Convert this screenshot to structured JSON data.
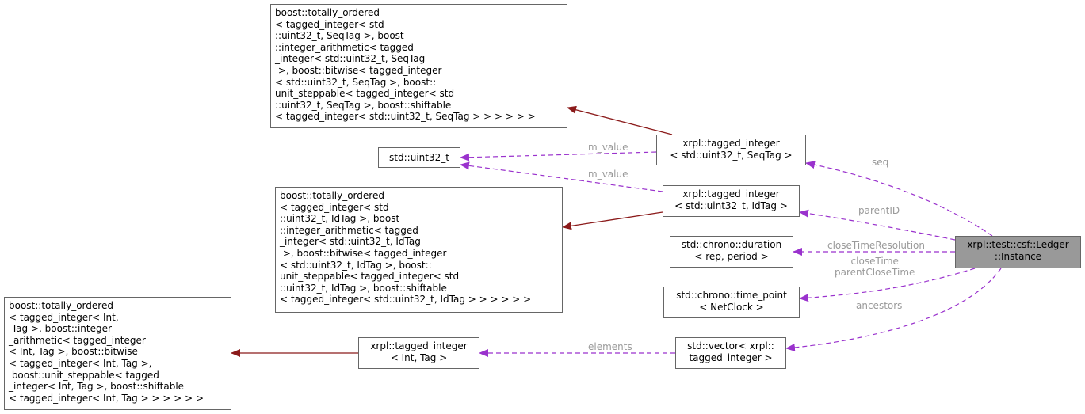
{
  "nodes": {
    "base_seq": "boost::totally_ordered\n< tagged_integer< std\n::uint32_t, SeqTag >, boost\n::integer_arithmetic< tagged\n_integer< std::uint32_t, SeqTag\n >, boost::bitwise< tagged_integer\n< std::uint32_t, SeqTag >, boost::\nunit_steppable< tagged_integer< std\n::uint32_t, SeqTag >, boost::shiftable\n< tagged_integer< std::uint32_t, SeqTag > > > > > >",
    "uint32": "std::uint32_t",
    "base_id": "boost::totally_ordered\n< tagged_integer< std\n::uint32_t, IdTag >, boost\n::integer_arithmetic< tagged\n_integer< std::uint32_t, IdTag\n >, boost::bitwise< tagged_integer\n< std::uint32_t, IdTag >, boost::\nunit_steppable< tagged_integer< std\n::uint32_t, IdTag >, boost::shiftable\n< tagged_integer< std::uint32_t, IdTag > > > > > >",
    "base_int": "boost::totally_ordered\n< tagged_integer< Int,\n Tag >, boost::integer\n_arithmetic< tagged_integer\n< Int, Tag >, boost::bitwise\n< tagged_integer< Int, Tag >,\n boost::unit_steppable< tagged\n_integer< Int, Tag >, boost::shiftable\n< tagged_integer< Int, Tag > > > > > >",
    "ti_seq": "xrpl::tagged_integer\n< std::uint32_t, SeqTag >",
    "ti_id": "xrpl::tagged_integer\n< std::uint32_t, IdTag >",
    "ti_int": "xrpl::tagged_integer\n< Int, Tag >",
    "duration": "std::chrono::duration\n< rep, period >",
    "time_point": "std::chrono::time_point\n< NetClock >",
    "vector": "std::vector< xrpl::\ntagged_integer >",
    "instance": "xrpl::test::csf::Ledger\n::Instance"
  },
  "edge_labels": {
    "m_value_1": "m_value",
    "m_value_2": "m_value",
    "seq": "seq",
    "parentID": "parentID",
    "closeTimeResolution": "closeTimeResolution",
    "closeTime_parentCloseTime": "closeTime\nparentCloseTime",
    "ancestors": "ancestors",
    "elements": "elements"
  },
  "colors": {
    "inheritance_edge": "#8b1a1a",
    "usage_edge": "#9a32cd",
    "edge_label": "#9a9a9a",
    "root_fill": "#999999",
    "node_border": "#666666"
  }
}
